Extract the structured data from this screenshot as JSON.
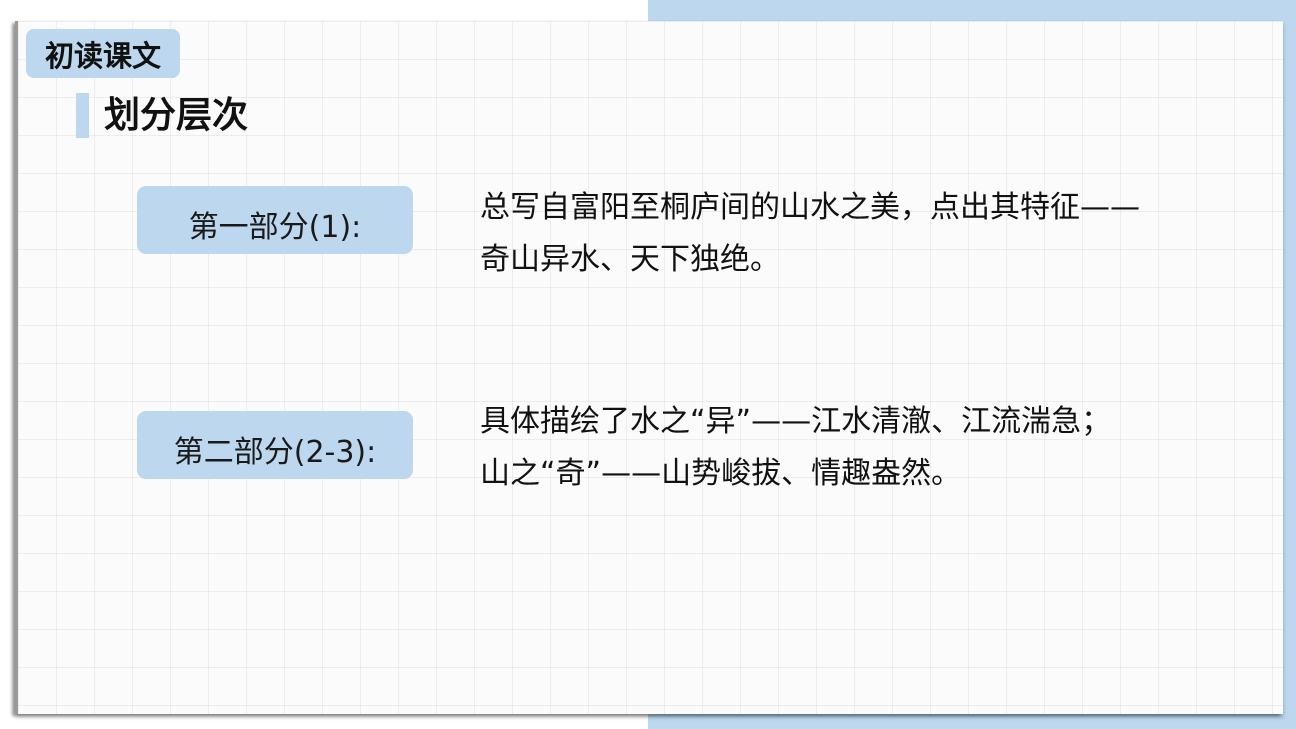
{
  "slide": {
    "section_tag": "初读课文",
    "heading": "划分层次",
    "parts": [
      {
        "label": "第一部分(1):",
        "description_lines": [
          "总写自富阳至桐庐间的山水之美，点出其特征——",
          "奇山异水、天下独绝。"
        ]
      },
      {
        "label": "第二部分(2-3):",
        "description_lines": [
          "具体描绘了水之“异”——江水清澈、江流湍急；",
          "山之“奇”——山势峻拔、情趣盎然。"
        ]
      }
    ],
    "colors": {
      "accent": "#bcd7ee",
      "card": "#fbfbfb",
      "text": "#111111"
    }
  }
}
